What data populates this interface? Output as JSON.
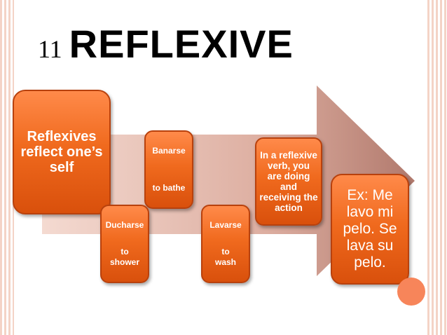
{
  "slide": {
    "number": "11",
    "title": "REFLEXIVE"
  },
  "main_box": {
    "text": "Reflexives reflect one’s self"
  },
  "verbs": [
    {
      "verb": "Banarse",
      "meaning": "to bathe"
    },
    {
      "verb": "Ducharse",
      "meaning": "to shower"
    },
    {
      "verb": "Lavarse",
      "meaning": "to wash"
    }
  ],
  "info_box": {
    "text": "In a reflexive verb, you are doing and receiving the action"
  },
  "example_box": {
    "text": "Ex: Me lavo mi pelo. Se lava su pelo."
  },
  "colors": {
    "box": "#f06a1e",
    "box_border": "#b8410d",
    "arrow": "#c98c7b",
    "accent_dot": "#f7855a"
  }
}
